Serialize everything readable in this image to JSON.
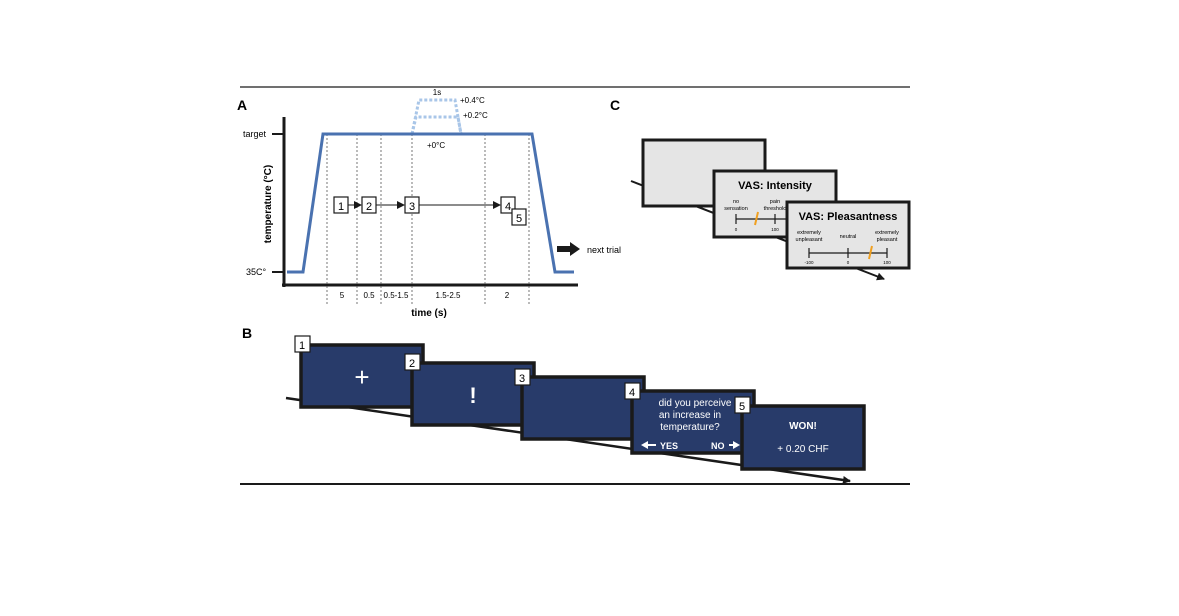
{
  "panels": {
    "a": "A",
    "b": "B",
    "c": "C"
  },
  "panel_a": {
    "y_axis_label": "temperature (°C)",
    "x_axis_label": "time (s)",
    "y_tick_target": "target",
    "y_tick_base": "35C°",
    "increments": [
      "+0.4°C",
      "+0.2°C",
      "+0°C"
    ],
    "pulse_duration": "1s",
    "event_steps": [
      "1",
      "2",
      "3",
      "4",
      "5"
    ],
    "interval_labels": [
      "5",
      "0.5",
      "0.5-1.5",
      "1.5-2.5",
      "2"
    ],
    "next_trial": "next trial"
  },
  "panel_b": {
    "screens": [
      {
        "number": "1",
        "symbol": "+"
      },
      {
        "number": "2",
        "symbol": "!"
      },
      {
        "number": "3",
        "symbol": ""
      },
      {
        "number": "4",
        "question_lines": [
          "did you perceive",
          "an increase in",
          "temperature?"
        ],
        "yes": "YES",
        "no": "NO"
      },
      {
        "number": "5",
        "title": "WON!",
        "reward": "+ 0.20 CHF"
      }
    ]
  },
  "panel_c": {
    "intensity": {
      "title": "VAS: Intensity",
      "left_anchor_lines": [
        "no",
        "sensation"
      ],
      "right_anchor_lines": [
        "pain",
        "threshold"
      ],
      "ticks": [
        "0",
        "100"
      ]
    },
    "pleasantness": {
      "title": "VAS: Pleasantness",
      "left_anchor_lines": [
        "extremely",
        "unpleasant"
      ],
      "mid_anchor": "neutral",
      "right_anchor_lines": [
        "extremely",
        "pleasant"
      ],
      "ticks": [
        "-100",
        "0",
        "100"
      ]
    }
  },
  "colors": {
    "curve": "#4a72b0",
    "increment": "#a9c6e8",
    "screen": "#283b6a",
    "frame": "#1a1a1a",
    "marker": "#f0a020",
    "gray_screen": "#e5e5e5"
  }
}
